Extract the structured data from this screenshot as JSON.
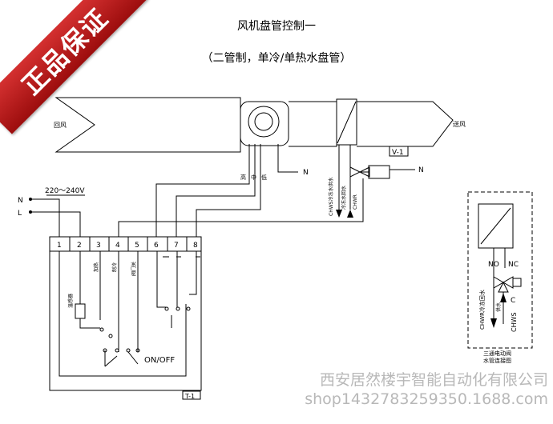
{
  "title_line1": "风机盘管控制一",
  "title_line2": "（二管制，单冷/单热水盘管）",
  "badge": "正品保证",
  "labels": {
    "return_air": "回风",
    "supply_air": "送风",
    "valve_box": "V-1",
    "neutral_top": "N",
    "neutral_valve": "N",
    "voltage": "220～240V",
    "line_n": "N",
    "line_l": "L",
    "high": "高",
    "mid": "中",
    "low": "低",
    "chws_supply": "CHWS冷冻水供水",
    "chwr_return": "冷冻水回水",
    "chwr": "CHWR",
    "term1": "1",
    "term2": "2",
    "term3": "3",
    "term4": "4",
    "term5": "5",
    "term6": "6",
    "term7": "7",
    "term8": "8",
    "temp_sensor": "温感器",
    "heat": "加热",
    "cool": "制冷",
    "valve_close": "阀门关",
    "onoff": "ON/OFF",
    "thermostat_box": "T-1",
    "no": "NO",
    "nc": "NC",
    "c": "C",
    "chwr_side": "CHWR冷冻回水",
    "chws_side": "CHWS",
    "hot_water": "供水",
    "three_way_1": "三通电动阀",
    "three_way_2": "水管连接图"
  },
  "watermark_line1": "西安居然楼宇智能自动化有限公司",
  "watermark_line2": "shop1432783259350.1688.com"
}
